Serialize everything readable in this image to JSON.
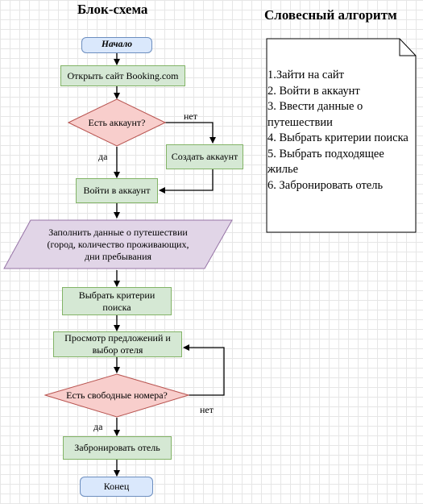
{
  "headings": {
    "flowchart": "Блок-схема",
    "verbal_algorithm": "Словесный алгоритм"
  },
  "colors": {
    "process_fill": "#d5e8d4",
    "process_stroke": "#82b366",
    "terminal_fill": "#dae8fc",
    "terminal_stroke": "#6c8ebf",
    "decision_fill": "#f8cecc",
    "decision_stroke": "#b85450",
    "io_fill": "#e1d5e7",
    "io_stroke": "#9673a6"
  },
  "flowchart": {
    "start": "Начало",
    "open_site": "Открыть сайт Booking.com",
    "has_account": "Есть аккаунт?",
    "create_account": "Создать аккаунт",
    "login": "Войти в аккаунт",
    "enter_data": [
      "Заполнить данные о путешествии",
      "(город, количество проживающих,",
      "дни пребывания"
    ],
    "choose_criteria": [
      "Выбрать критерии",
      "поиска"
    ],
    "view_offers": [
      "Просмотр предложений и",
      "выбор отеля"
    ],
    "free_rooms": "Есть свободные номера?",
    "book_hotel": "Забронировать отель",
    "end": "Конец",
    "labels": {
      "no_account": "нет",
      "yes_account": "да",
      "no_rooms": "нет",
      "yes_rooms": "да"
    }
  },
  "verbal_steps": [
    "1.Зайти на сайт",
    "2. Войти в аккаунт",
    "3. Ввести данные о путешествии",
    "4. Выбрать критерии поиска",
    "5. Выбрать подходящее жилье",
    "6. Забронировать отель"
  ]
}
